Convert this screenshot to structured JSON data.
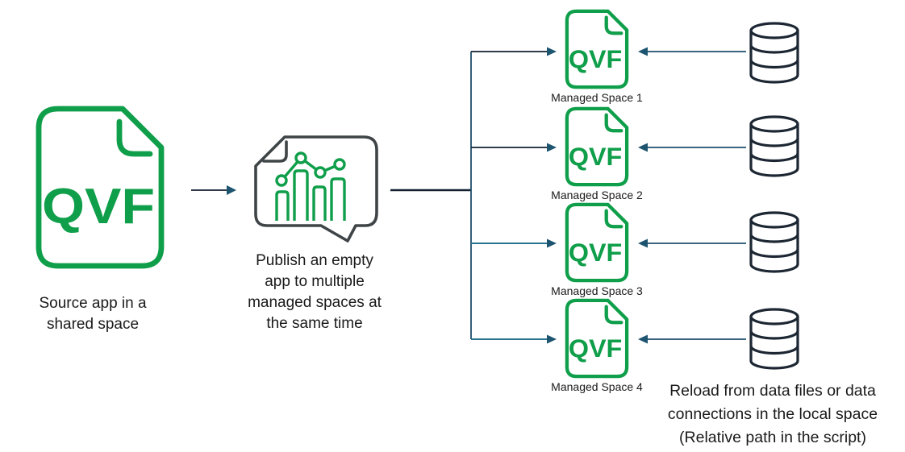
{
  "colors": {
    "green": "#0f9e4a",
    "bubble-gray": "#3f4447",
    "ink": "#1a1a1a",
    "line-dark": "#12202f",
    "line-navy": "#1f4e6e",
    "line-teal": "#2b7390",
    "arrow-teal": "#1d5470",
    "db-ink": "#1c2733"
  },
  "source_app": {
    "file_label": "QVF",
    "caption": "Source app in a\nshared space"
  },
  "publish_step": {
    "caption": "Publish an empty\napp to multiple\nmanaged spaces at\nthe same time"
  },
  "managed_spaces": [
    {
      "file_label": "QVF",
      "label": "Managed Space 1"
    },
    {
      "file_label": "QVF",
      "label": "Managed Space 2"
    },
    {
      "file_label": "QVF",
      "label": "Managed Space 3"
    },
    {
      "file_label": "QVF",
      "label": "Managed Space 4"
    }
  ],
  "reload_note": "Reload from data files or data\nconnections in the local space\n(Relative path in the script)"
}
